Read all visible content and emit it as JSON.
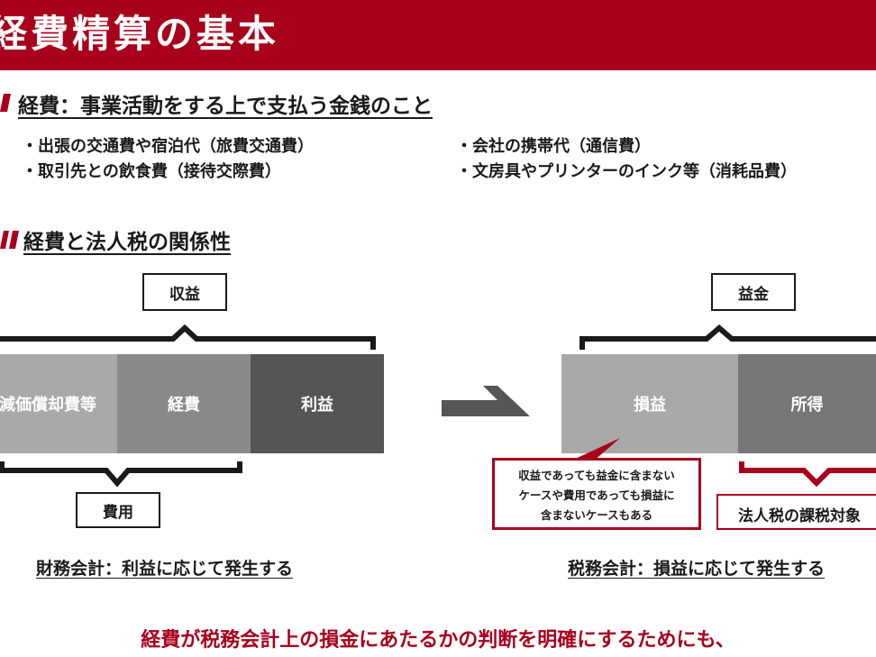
{
  "title": "経費精算の基本",
  "section1": {
    "heading": "経費：事業活動をする上で支払う金銭のこと",
    "bullets": [
      "・出張の交通費や宿泊代（旅費交通費）",
      "・取引先との飲食費（接待交際費）",
      "・会社の携帯代（通信費）",
      "・文房具やプリンターのインク等（消耗品費）"
    ]
  },
  "section2": {
    "heading": "経費と法人税の関係性"
  },
  "financial": {
    "top_label": "収益",
    "blocks": [
      "減価償却費等",
      "経費",
      "利益"
    ],
    "bottom_label": "費用",
    "caption": "財務会計：利益に応じて発生する"
  },
  "tax": {
    "top_label": "益金",
    "blocks": [
      "損益",
      "所得"
    ],
    "note_lines": [
      "収益であっても益金に含まない",
      "ケースや費用であっても損益に",
      "含まないケースもある"
    ],
    "tax_label": "法人税の課税対象",
    "caption": "税務会計：損益に応じて発生する"
  },
  "bottom_text": "経費が税務会計上の損金にあたるかの判断を明確にするためにも、",
  "colors": {
    "accent": "#a8001c",
    "block_light": "#a9a9a9",
    "block_mid": "#8a8a8a",
    "block_dark": "#575553"
  }
}
